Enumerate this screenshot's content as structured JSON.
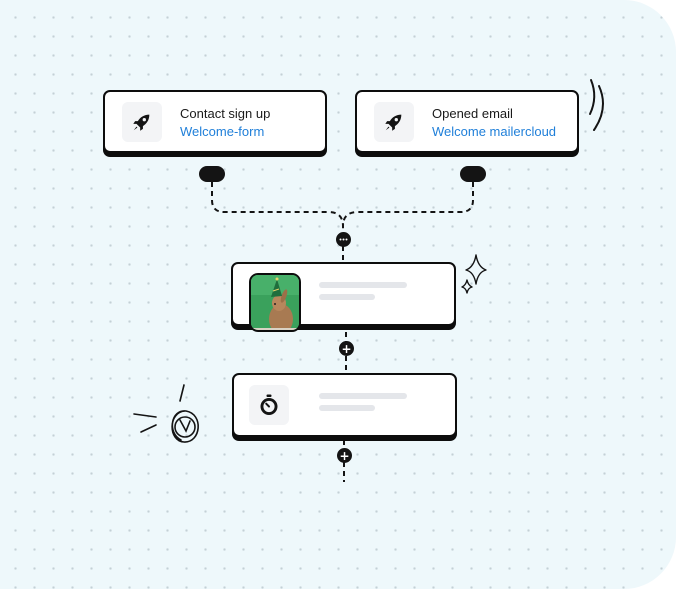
{
  "trigger_cards": [
    {
      "title": "Contact sign up",
      "subtitle": "Welcome-form",
      "icon": "rocket-icon"
    },
    {
      "title": "Opened email",
      "subtitle": "Welcome mailercloud",
      "icon": "rocket-icon"
    }
  ],
  "step_cards": [
    {
      "icon": "party-bunny-image"
    },
    {
      "icon": "stopwatch-icon"
    }
  ],
  "colors": {
    "background": "#eef8fb",
    "ink": "#141414",
    "link": "#1f7fd9",
    "skeleton": "#e4e6ea"
  }
}
